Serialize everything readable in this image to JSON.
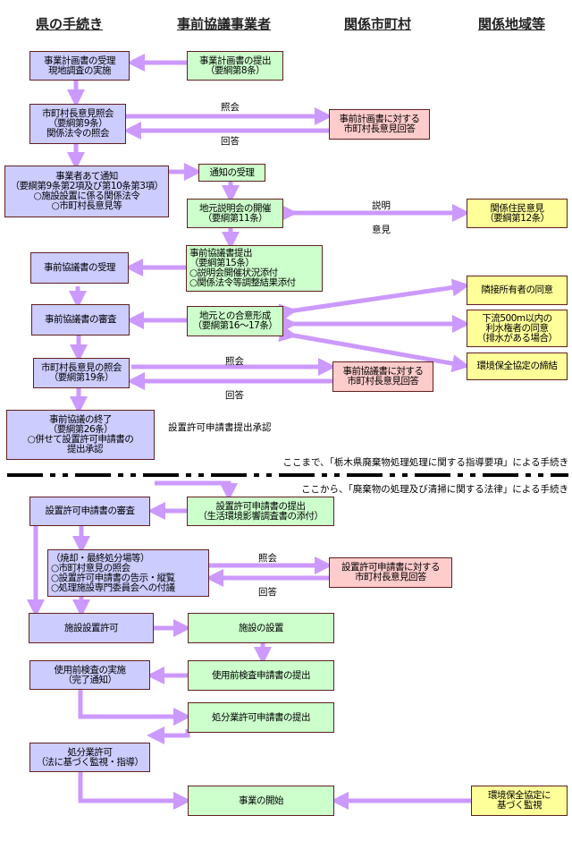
{
  "headers": [
    "県の手続き",
    "事前協議事業者",
    "関係市町村",
    "関係地域等"
  ],
  "boxes": {
    "b1": "事業計画書の受理\n現地調査の実施",
    "g1": "事業計画書の提出\n（要綱第8条）",
    "b2": "市町村長意見照会\n（要綱第9条）\n関係法令の照会",
    "r1": "事前計画書に対する\n市町村長意見回答",
    "b3": "事業者あて通知\n（要綱第9条第2項及び第10条第3項）\n○施設設置に係る関係法令\n○市町村長意見等",
    "g2": "通知の受理",
    "g3": "地元説明会の開催\n（要綱第11条）",
    "y1": "関係住民意見\n（要綱第12条）",
    "g4": "事前協議書提出\n（要綱第15条）\n○説明会開催状況添付\n○関係法令等調整結果添付",
    "b4": "事前協議書の受理",
    "b5": "事前協議書の審査",
    "g5": "地元との合意形成\n（要綱第16～17条）",
    "y2": "隣接所有者の同意",
    "y3": "下流500m以内の\n利水権者の同意\n（排水がある場合）",
    "y4": "環境保全協定の締結",
    "b6": "市町村長意見の照会\n（要綱第19条）",
    "r2": "事前協議書に対する\n市町村長意見回答",
    "b7": "事前協議の終了\n（要綱第26条）\n○併せて設置許可申請書の\n　提出承認",
    "b8": "設置許可申請書の審査",
    "g6": "設置許可申請書の提出\n（生活環境影響調査書の添付）",
    "b9": "（焼却・最終処分場等）\n○市町村意見の照会\n○設置許可申請書の告示・縦覧\n○処理施設専門委員会への付議",
    "r3": "設置許可申請書に対する\n市町村長意見回答",
    "b10": "施設設置許可",
    "g7": "施設の設置",
    "b11": "使用前検査の実施\n（完了通知）",
    "g8": "使用前検査申請書の提出",
    "g9": "処分業許可申請書の提出",
    "b12": "処分業許可\n（法に基づく監視・指導）",
    "g10": "事業の開始",
    "y5": "環境保全協定に\n基づく監視"
  },
  "labels": {
    "shokai": "照会",
    "kaito": "回答",
    "setsumei": "説明",
    "iken": "意見",
    "shonin": "設置許可申請書提出承認",
    "until": "ここまで、「栃木県廃棄物処理処理に関する指導要項」による手続き",
    "from": "ここから、「廃棄物の処理及び清掃に関する法律」による手続き"
  },
  "colors": {
    "state": "#ccccff",
    "operator": "#ccffcc",
    "municipality": "#ffcccc",
    "region": "#ffff99",
    "arrow": "#cc99ff"
  }
}
